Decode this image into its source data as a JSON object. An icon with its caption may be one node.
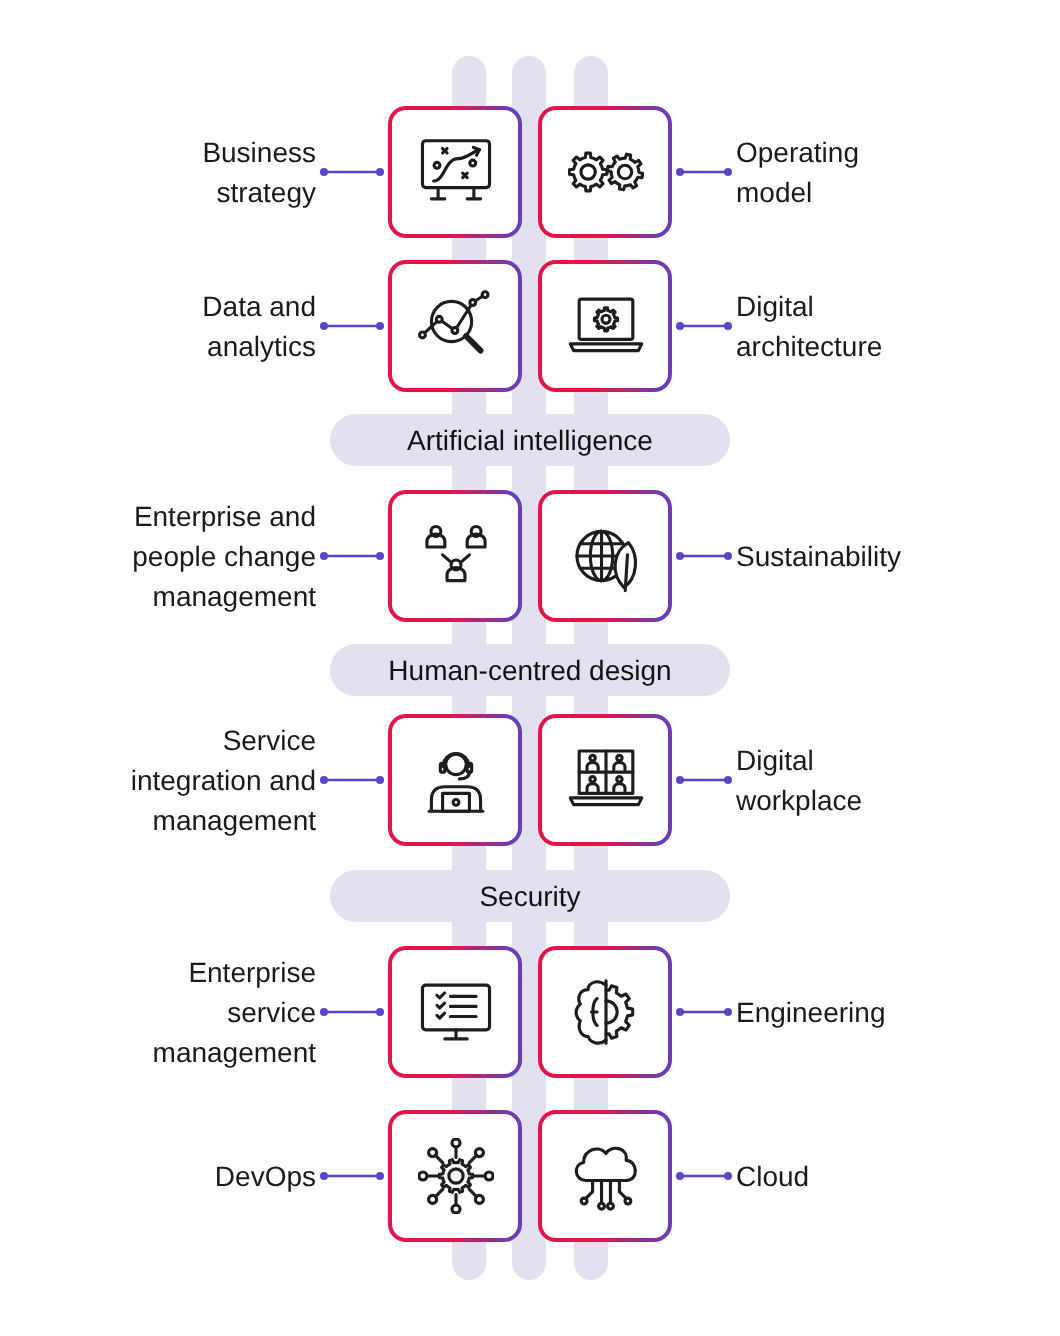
{
  "diagram": {
    "nodes": [
      {
        "text": [
          "Business strategy"
        ]
      },
      {
        "text": [],
        "shape": "picture"
      },
      {
        "text": [],
        "shape": "picture"
      },
      {
        "text": [
          "Operating model"
        ]
      },
      {
        "text": [
          "Data and analytics"
        ]
      },
      {
        "text": [],
        "shape": "picture"
      },
      {
        "text": [],
        "shape": "picture"
      },
      {
        "text": [
          "Digital architecture"
        ]
      },
      {
        "text": [
          "Artificial intelligence"
        ]
      },
      {
        "text": [
          "Enterprise and people change management"
        ]
      },
      {
        "text": [],
        "shape": "picture"
      },
      {
        "text": [],
        "shape": "picture"
      },
      {
        "text": [
          "Sustainability"
        ]
      },
      {
        "text": [
          "Human-centred design"
        ]
      },
      {
        "text": [
          "Service integration and management"
        ]
      },
      {
        "text": [],
        "shape": "picture"
      },
      {
        "text": [],
        "shape": "picture"
      },
      {
        "text": [
          "Digital workplace"
        ]
      },
      {
        "text": [
          "Security"
        ]
      },
      {
        "text": [
          "Enterprise service management"
        ]
      },
      {
        "text": [],
        "shape": "picture"
      },
      {
        "text": [],
        "shape": "picture"
      },
      {
        "text": [
          "Engineering"
        ]
      },
      {
        "text": [
          "DevOps"
        ]
      },
      {
        "text": [],
        "shape": "picture"
      },
      {
        "text": [],
        "shape": "picture"
      },
      {
        "text": [
          "Cloud"
        ]
      }
    ],
    "edges": [
      {
        "from": 0,
        "to": 1,
        "arrow": "other"
      },
      {
        "from": 3,
        "to": 2,
        "arrow": "other"
      },
      {
        "from": 4,
        "to": 5,
        "arrow": "other"
      },
      {
        "from": 7,
        "to": 6,
        "arrow": "other"
      },
      {
        "from": 9,
        "to": 10,
        "arrow": "other"
      },
      {
        "from": 12,
        "to": 11,
        "arrow": "other"
      },
      {
        "from": 14,
        "to": 15,
        "arrow": "other"
      },
      {
        "from": 17,
        "to": 16,
        "arrow": "other"
      },
      {
        "from": 19,
        "to": 20,
        "arrow": "other"
      },
      {
        "from": 22,
        "to": 21,
        "arrow": "other"
      },
      {
        "from": 23,
        "to": 24,
        "arrow": "other"
      },
      {
        "from": 26,
        "to": 25,
        "arrow": "other"
      }
    ]
  }
}
